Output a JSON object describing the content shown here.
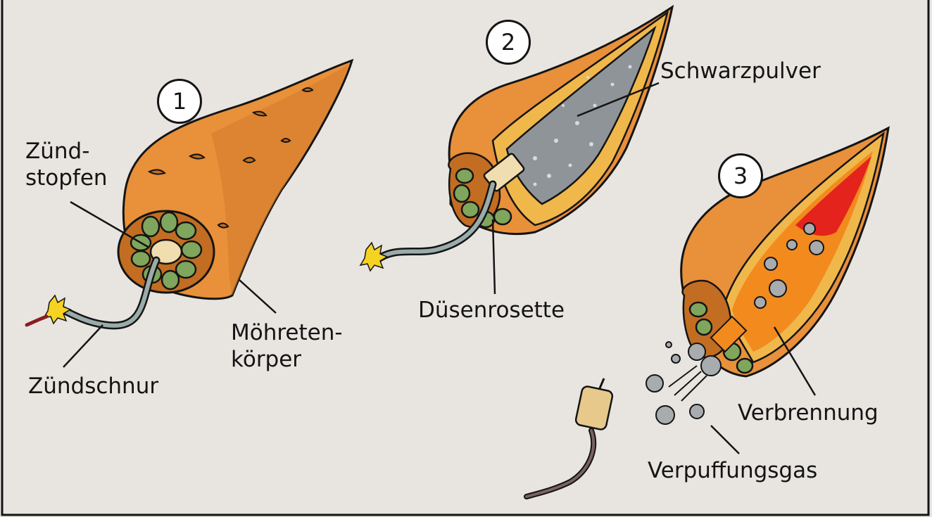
{
  "steps": [
    "1",
    "2",
    "3"
  ],
  "labels": {
    "zuendstopfen": "Zünd-\nstopfen",
    "zuendschnur": "Zündschnur",
    "moehrenkoerper": "Möhreten-\nkörper",
    "schwarzpulver": "Schwarzpulver",
    "duesenrosette": "Düsenrosette",
    "verbrennung": "Verbrennung",
    "verpuffungsgas": "Verpuffungsgas"
  },
  "colors": {
    "background": "#e8e5e1",
    "carrot": "#e8903a",
    "carrot_dark": "#c26d22",
    "inner_layer": "#f0b74a",
    "powder": "#8f9499",
    "rosette": "#7fa65c",
    "fuse": "#9aacaa",
    "flame": "#f5d322",
    "combustion_red": "#e3231c",
    "combustion_orange": "#f28a1e",
    "gas": "#a9acaf"
  }
}
